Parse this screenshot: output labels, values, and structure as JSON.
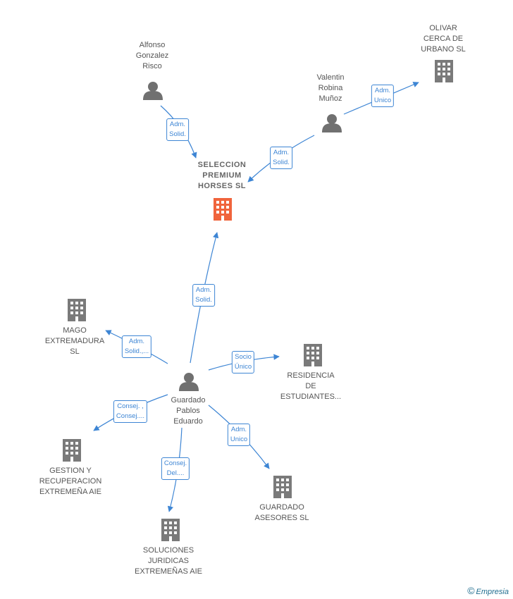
{
  "nodes": {
    "alfonso": {
      "label": "Alfonso\nGonzalez\nRisco",
      "type": "person"
    },
    "valentin": {
      "label": "Valentin\nRobina\nMuñoz",
      "type": "person"
    },
    "olivar": {
      "label": "OLIVAR\nCERCA DE\nURBANO  SL",
      "type": "company"
    },
    "seleccion": {
      "label": "SELECCION\nPREMIUM\nHORSES  SL",
      "type": "company-focus"
    },
    "mago": {
      "label": "MAGO\nEXTREMADURA\nSL",
      "type": "company"
    },
    "guardado": {
      "label": "Guardado\nPablos\nEduardo",
      "type": "person"
    },
    "residencia": {
      "label": "RESIDENCIA\nDE\nESTUDIANTES...",
      "type": "company"
    },
    "gestion": {
      "label": "GESTION Y\nRECUPERACION\nEXTREMEÑA AIE",
      "type": "company"
    },
    "asesores": {
      "label": "GUARDADO\nASESORES SL",
      "type": "company"
    },
    "soluciones": {
      "label": "SOLUCIONES\nJURIDICAS\nEXTREMEÑAS AIE",
      "type": "company"
    }
  },
  "edges": {
    "alfonso_seleccion": "Adm.\nSolid.",
    "valentin_seleccion": "Adm.\nSolid.",
    "valentin_olivar": "Adm.\nUnico",
    "guardado_seleccion": "Adm.\nSolid.",
    "guardado_mago": "Adm.\nSolid.,...",
    "guardado_residencia": "Socio\nÚnico",
    "guardado_gestion": "Consej. ,\nConsej....",
    "guardado_soluciones": "Consej.\nDel....",
    "guardado_asesores": "Adm.\nUnico"
  },
  "colors": {
    "edge": "#3d85d4",
    "company_icon": "#7a7a7a",
    "focus_icon": "#f0643c",
    "person_icon": "#707070"
  },
  "brand": {
    "copyright": "©",
    "name": "Empresia"
  }
}
